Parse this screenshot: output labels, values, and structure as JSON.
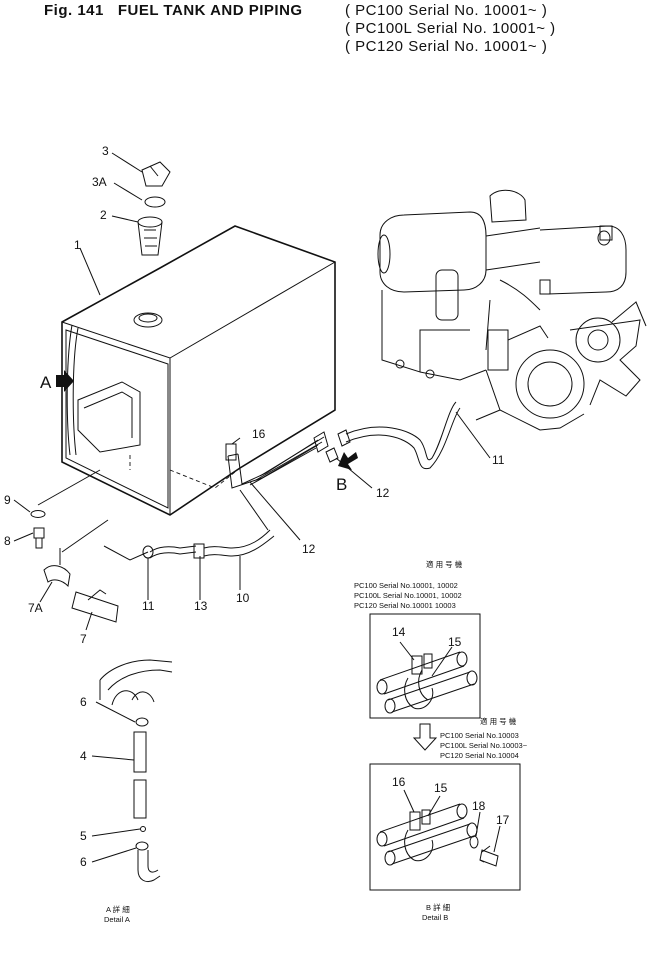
{
  "header": {
    "figure": "Fig. 141",
    "title": "FUEL TANK AND PIPING",
    "serials": [
      "( PC100   Serial No. 10001~ )",
      "( PC100L  Serial No. 10001~ )",
      "( PC120   Serial No. 10001~ )"
    ]
  },
  "view_arrows": {
    "a": "A",
    "b": "B"
  },
  "callouts": {
    "c3": "3",
    "c3a": "3A",
    "c2": "2",
    "c1": "1",
    "c16a": "16",
    "c11a": "11",
    "c12a": "12",
    "c12b": "12",
    "c9": "9",
    "c8": "8",
    "c7a": "7A",
    "c7": "7",
    "c11b": "11",
    "c13": "13",
    "c10": "10"
  },
  "detail_a": {
    "label_jp": "A 詳 細",
    "label_en": "Detail A",
    "callouts": {
      "c6a": "6",
      "c4": "4",
      "c5": "5",
      "c6b": "6"
    }
  },
  "detail_b": {
    "label_jp": "B 詳 細",
    "label_en": "Detail B",
    "applicable_top": {
      "heading": "適 用 号 機",
      "rows": [
        "PC100   Serial No.10001,   10002",
        "PC100L  Serial No.10001,   10002",
        "PC120   Serial No.10001    10003"
      ]
    },
    "applicable_bottom": {
      "heading": "適 用 号 機",
      "rows": [
        "PC100   Serial No.10003",
        "PC100L  Serial No.10003~",
        "PC120   Serial No.10004"
      ]
    },
    "box1_callouts": {
      "c14": "14",
      "c15": "15"
    },
    "box2_callouts": {
      "c16": "16",
      "c15": "15",
      "c18": "18",
      "c17": "17"
    }
  }
}
